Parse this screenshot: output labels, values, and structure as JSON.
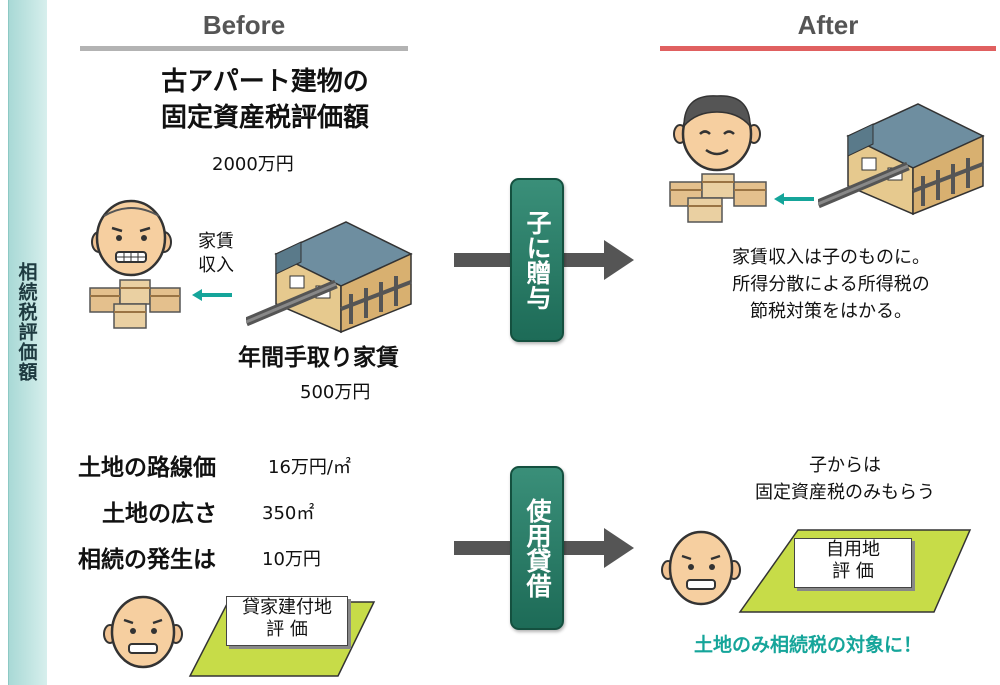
{
  "side_label": "相続税評価額",
  "before": {
    "header": "Before",
    "building_title_1": "古アパート建物の",
    "building_title_2": "固定資産税評価額",
    "building_value": "2000万円",
    "rent_label_1": "家賃",
    "rent_label_2": "収入",
    "annual_rent_title": "年間手取り家賃",
    "annual_rent_value": "500万円",
    "land_price_label": "土地の路線価",
    "land_price_value": "16万円/㎡",
    "land_area_label": "土地の広さ",
    "land_area_value": "350㎡",
    "inheritance_label": "相続の発生は",
    "inheritance_value": "10万円",
    "land_eval_1": "貸家建付地",
    "land_eval_2": "評 価"
  },
  "after": {
    "header": "After",
    "gift_note_1": "家賃収入は子のものに。",
    "gift_note_2": "所得分散による所得税の",
    "gift_note_3": "節税対策をはかる。",
    "loan_note_1": "子からは",
    "loan_note_2": "固定資産税のみもらう",
    "land_eval_1": "自用地",
    "land_eval_2": "評 価",
    "conclusion": "土地のみ相続税の対象に！"
  },
  "arrows": {
    "gift_label": "子に贈与",
    "loan_label": "使用貸借"
  },
  "colors": {
    "before_bar": "#b3b3b3",
    "after_bar": "#e06060",
    "accent_teal": "#15a59a",
    "pill_green": "#1d6b57",
    "grass": "#c7dc48"
  }
}
